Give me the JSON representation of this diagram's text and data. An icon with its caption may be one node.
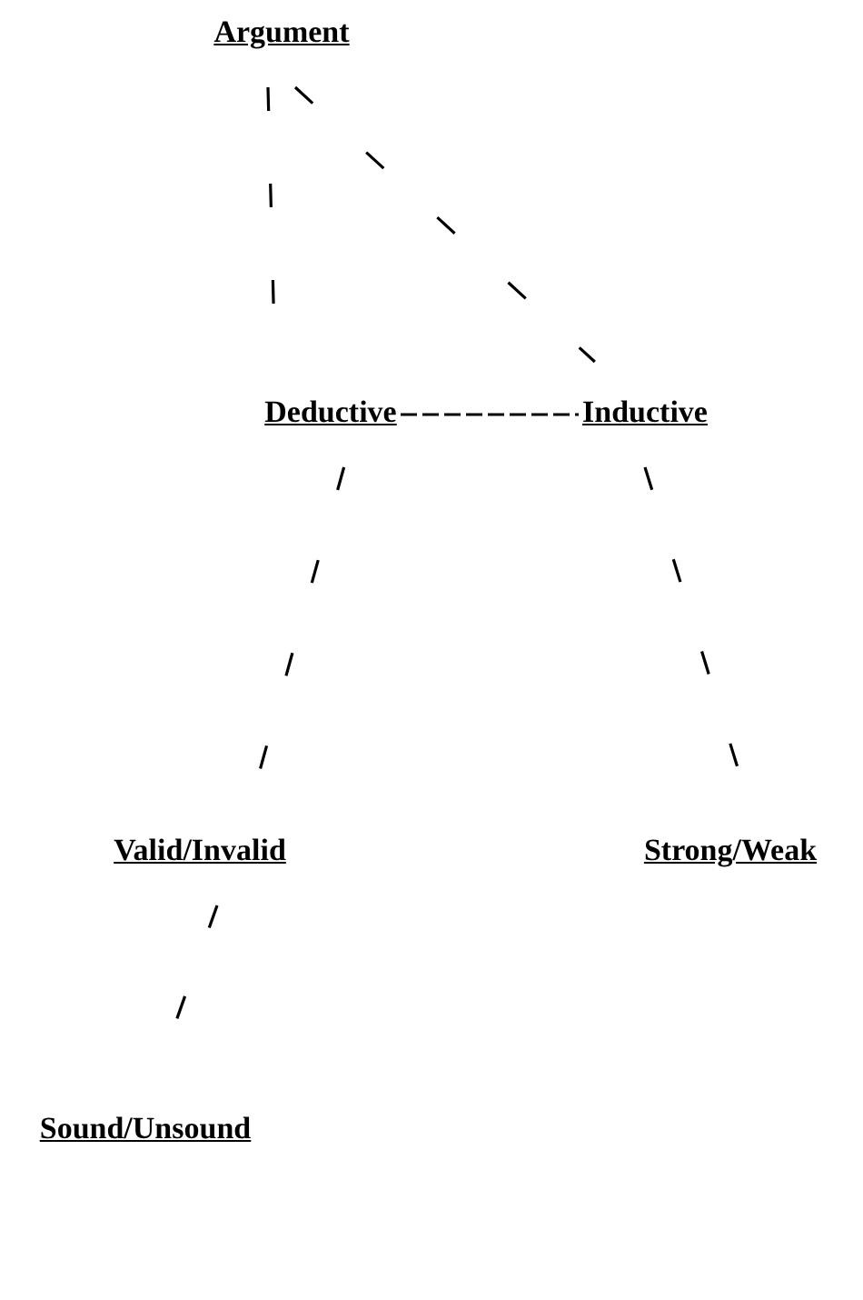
{
  "diagram": {
    "nodes": [
      {
        "text": [
          "Argument"
        ]
      },
      {
        "text": [
          "Deductive"
        ]
      },
      {
        "text": [
          "Inductive"
        ]
      },
      {
        "text": [
          "Valid/Invalid"
        ]
      },
      {
        "text": [
          "Strong/Weak"
        ]
      },
      {
        "text": [
          "Sound/Unsound"
        ]
      }
    ],
    "edges": [
      {
        "from": 0,
        "to": 1,
        "arrow": "none"
      },
      {
        "from": 0,
        "to": 2,
        "arrow": "none"
      },
      {
        "from": 1,
        "to": 2,
        "arrow": "none"
      },
      {
        "from": 1,
        "to": 3,
        "arrow": "none"
      },
      {
        "from": 2,
        "to": 4,
        "arrow": "none"
      },
      {
        "from": 3,
        "to": 5,
        "arrow": "none"
      }
    ]
  }
}
